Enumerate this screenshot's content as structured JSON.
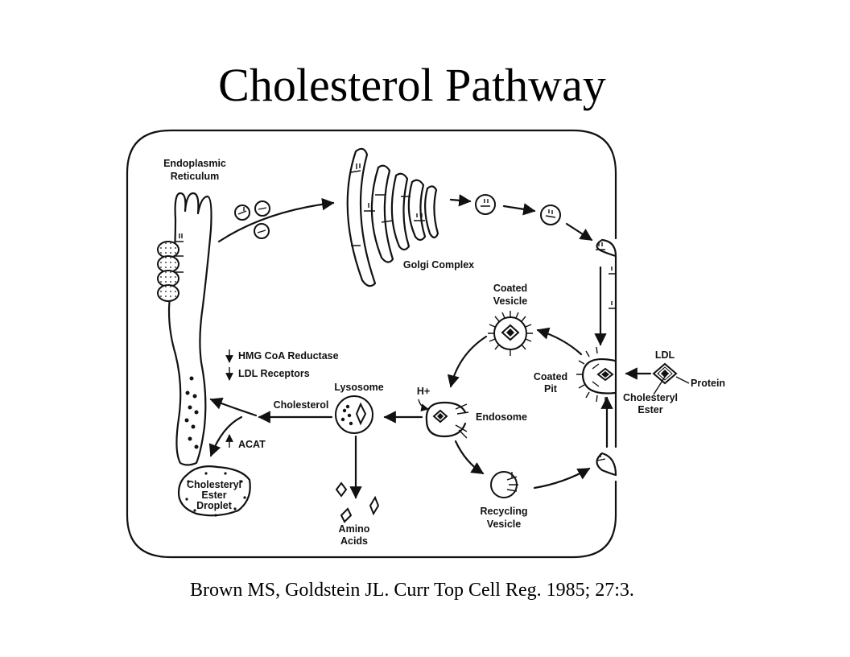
{
  "title": "Cholesterol Pathway",
  "citation": "Brown MS, Goldstein JL.  Curr Top Cell Reg.  1985; 27:3.",
  "labels": {
    "er_line1": "Endoplasmic",
    "er_line2": "Reticulum",
    "golgi": "Golgi Complex",
    "coated_vesicle_line1": "Coated",
    "coated_vesicle_line2": "Vesicle",
    "coated_pit_line1": "Coated",
    "coated_pit_line2": "Pit",
    "ldl": "LDL",
    "protein": "Protein",
    "cholesteryl_ester_line1": "Cholesteryl",
    "cholesteryl_ester_line2": "Ester",
    "hmg": "HMG CoA Reductase",
    "ldl_receptors": "LDL Receptors",
    "lysosome": "Lysosome",
    "h_plus": "H+",
    "endosome": "Endosome",
    "cholesterol": "Cholesterol",
    "acat": "ACAT",
    "droplet_line1": "Cholesteryl",
    "droplet_line2": "Ester",
    "droplet_line3": "Droplet",
    "amino_line1": "Amino",
    "amino_line2": "Acids",
    "recycling_line1": "Recycling",
    "recycling_line2": "Vesicle"
  }
}
